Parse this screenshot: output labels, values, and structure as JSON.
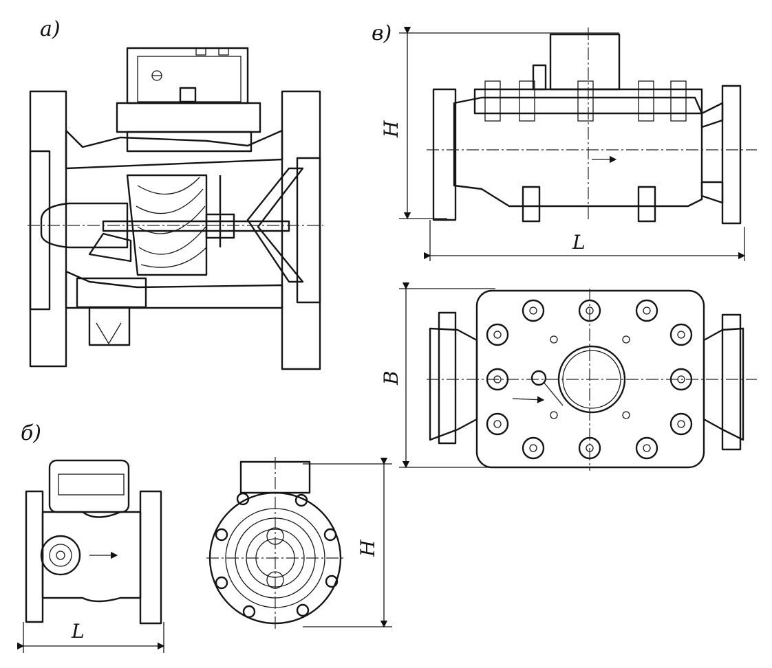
{
  "views": {
    "a": {
      "label": "а)"
    },
    "b": {
      "label": "б)",
      "dim_length": "L",
      "dim_height": "H"
    },
    "v": {
      "label": "в)",
      "dim_height": "H",
      "dim_length": "L",
      "dim_width": "B"
    }
  },
  "colors": {
    "line": "#151515",
    "paper": "#ffffff"
  }
}
